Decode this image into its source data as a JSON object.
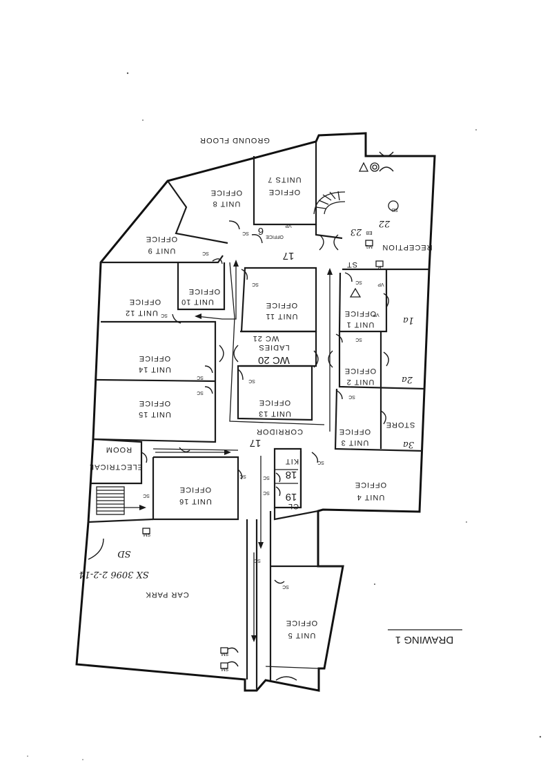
{
  "title": "GROUND FLOOR",
  "drawing_label": "DRAWING 1",
  "handwriting": "SX 3096 2-2-14",
  "rooms": {
    "unit_7": [
      "UNITS 7",
      "OFFICE"
    ],
    "unit_8": [
      "UNIT 8",
      "OFFICE"
    ],
    "unit_9": [
      "UNIT 9",
      "OFFICE"
    ],
    "unit_10": [
      "UNIT 10",
      "OFFICE"
    ],
    "unit_11": [
      "UNIT 11",
      "OFFICE"
    ],
    "unit_12": [
      "UNIT 12",
      "OFFICE"
    ],
    "unit_13": [
      "UNIT 13",
      "OFFICE"
    ],
    "unit_14": [
      "UNIT 14",
      "OFFICE"
    ],
    "unit_15": [
      "UNIT 15",
      "OFFICE"
    ],
    "unit_16": [
      "UNIT 16",
      "OFFICE"
    ],
    "unit_1": [
      "UNIT 1",
      "OFFICE"
    ],
    "unit_2": [
      "UNIT 2",
      "OFFICE"
    ],
    "unit_3": [
      "UNIT 3",
      "OFFICE"
    ],
    "unit_4": [
      "UNIT 4",
      "OFFICE"
    ],
    "unit_5": [
      "UNIT 5",
      "OFFICE"
    ],
    "wc_ladies": [
      "WC 20",
      "LADIES"
    ],
    "wc_21": "WC 21",
    "reception": "RECEPTION",
    "store": "STORE",
    "corridor": "CORRIDOR",
    "electrical": [
      "ELECTRICAL",
      "ROOM"
    ],
    "car_park": "CAR PARK",
    "kit": "KIT",
    "cl": "CL",
    "office_6": "OFFICE",
    "st": "ST"
  },
  "numbers": {
    "n22": "22",
    "n23": "23",
    "n17a": "17",
    "n17b": "17",
    "n6": "6",
    "n18": "18",
    "n19": "19",
    "n1a": "1a",
    "n2a": "2a",
    "n3a": "3a"
  },
  "markers": {
    "vp": "VP",
    "sc": "SC",
    "sd": "SD",
    "sm": "SM",
    "m1": "M1",
    "p": "P",
    "eb": "EB"
  }
}
